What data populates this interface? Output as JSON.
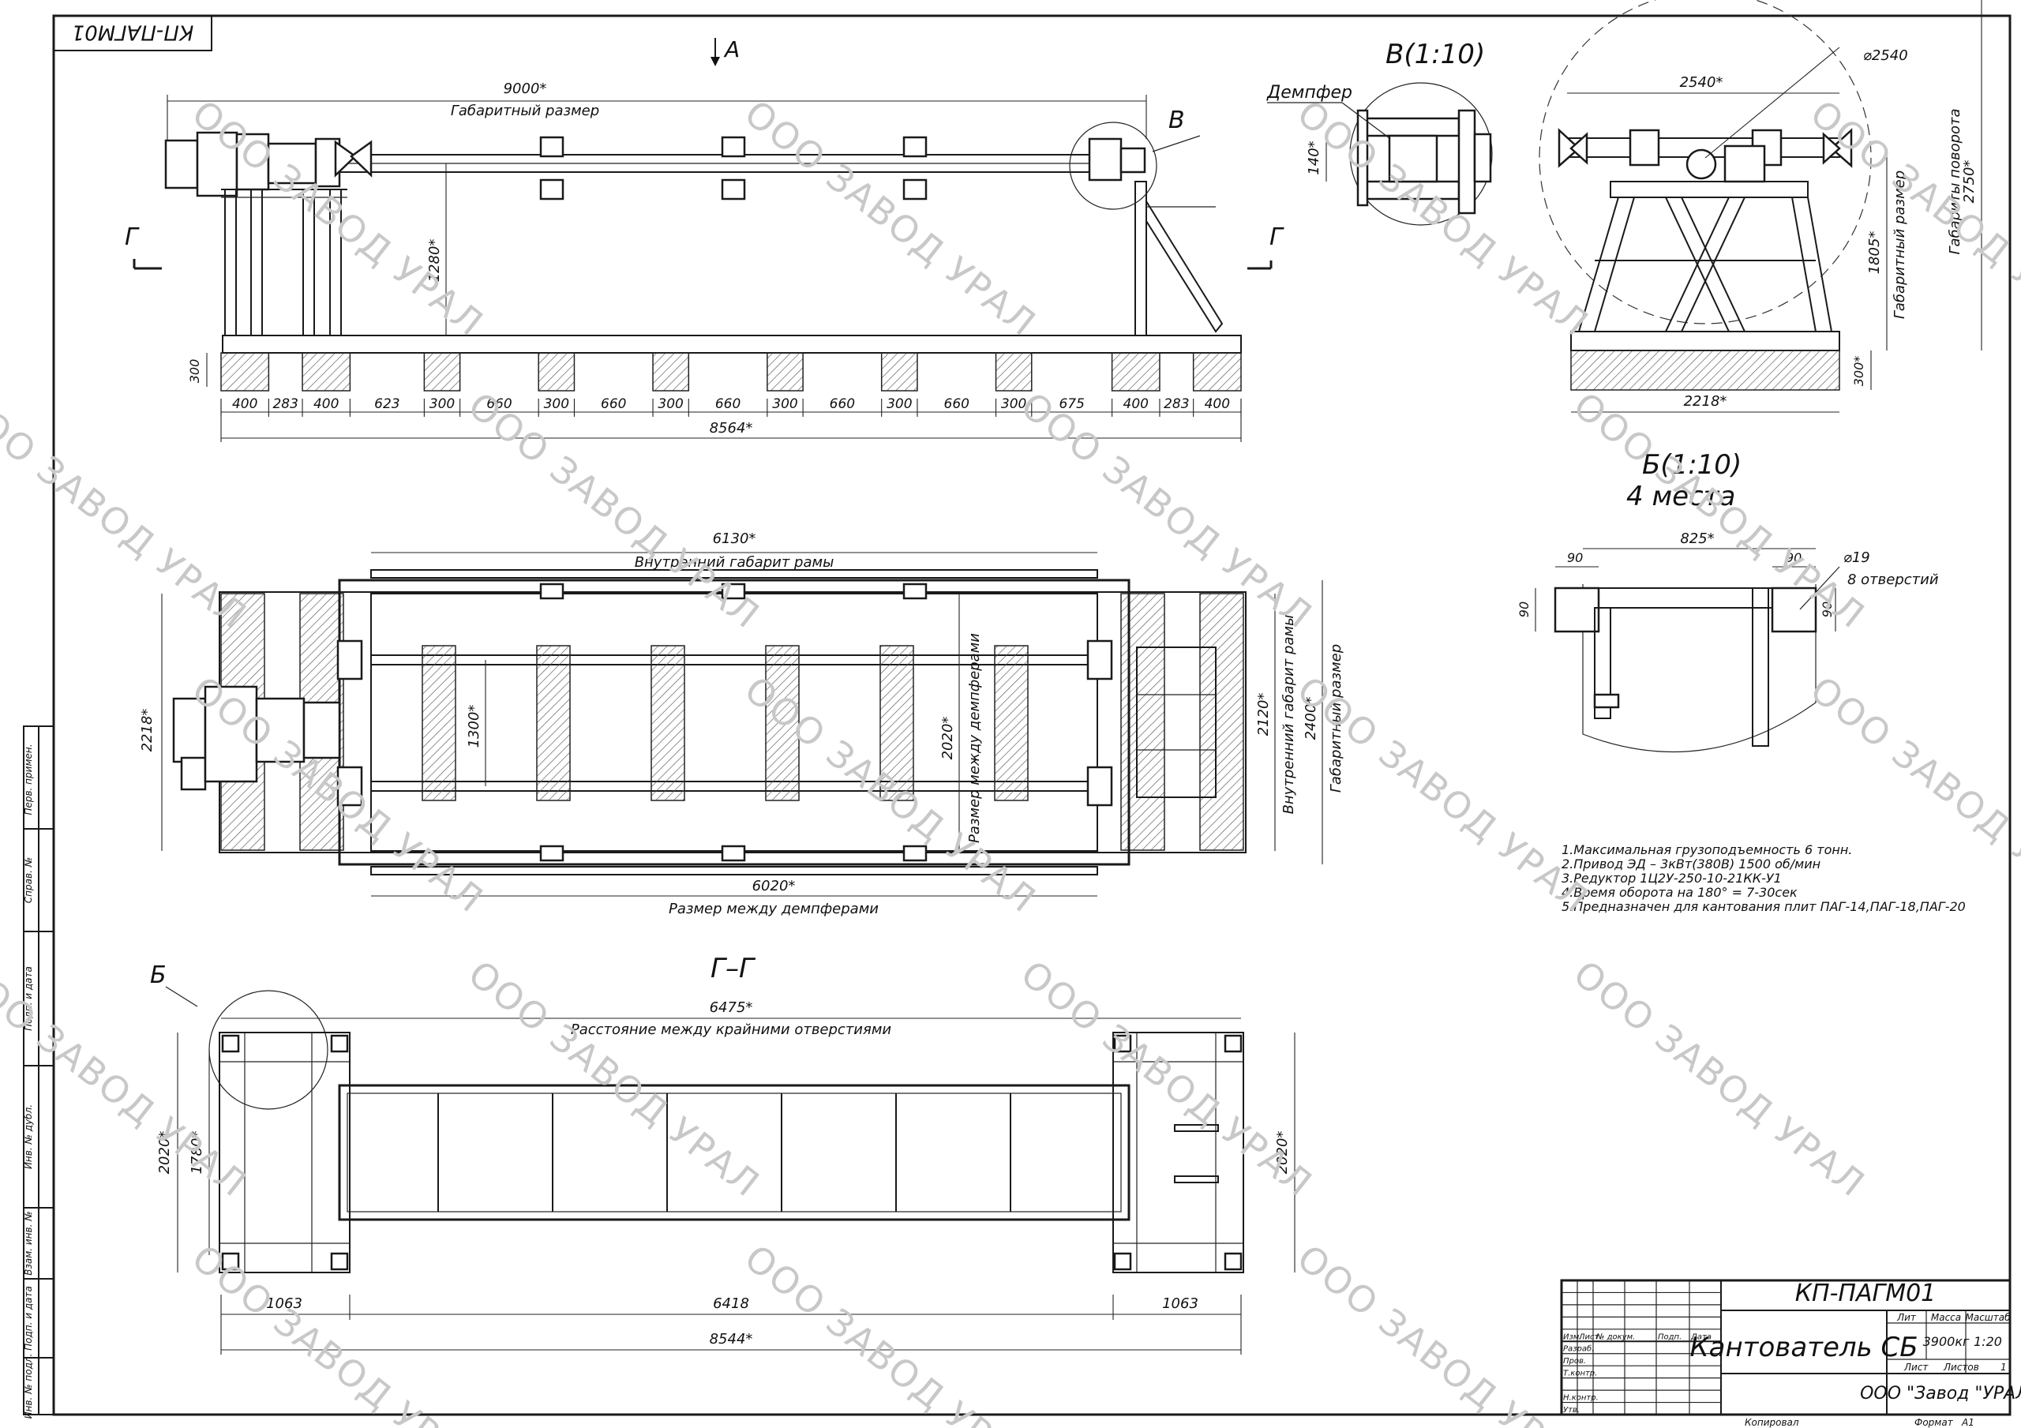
{
  "drawing_code": "КП-ПАГМ01",
  "drawing_code_top": "КП-ПАГМ01",
  "views": {
    "arrow_a": "А",
    "label_b_top": "В",
    "section_g_left": "Г",
    "section_g_right": "Г",
    "detail_v_title": "В(1:10)",
    "detail_b_title": "Б(1:10)",
    "detail_b_sub": "4 места",
    "section_gg_title": "Г–Г",
    "label_b_bottom": "Б",
    "damper_label": "Демпфер"
  },
  "dims_top": {
    "length": "9000*",
    "length_caption": "Габаритный размер",
    "height": "1280*",
    "base": "300",
    "total": "8564*",
    "spacing": [
      "400",
      "283",
      "400",
      "623",
      "300",
      "660",
      "300",
      "660",
      "300",
      "660",
      "300",
      "660",
      "300",
      "660",
      "300",
      "675",
      "400",
      "283",
      "400"
    ]
  },
  "dims_side": {
    "rot_d": "⌀2540",
    "width": "2540*",
    "h_total": "2750*",
    "h_total_caption": "Габариты поворота",
    "h_frame": "1805*",
    "h_frame_caption": "Габаритный размер",
    "base": "300*",
    "base_w": "2218*"
  },
  "dims_detail_v": {
    "d140": "140*"
  },
  "dims_detail_b": {
    "span": "825*",
    "l90a": "90",
    "l90b": "90",
    "l90c": "90",
    "l90d": "90",
    "hole": "⌀19",
    "hole_caption": "8 отверстий"
  },
  "dims_plan": {
    "inner": "6130*",
    "inner_caption": "Внутренний габарит рамы",
    "damper": "6020*",
    "damper_caption": "Размер между демпферами",
    "w2218": "2218*",
    "w1300": "1300*",
    "w2020": "2020*",
    "w2020_caption": "Размер между демпферами",
    "w2120": "2120*",
    "w2120_caption": "Внутренний габарит рамы",
    "w2400": "2400*",
    "w2400_caption": "Габаритный размер"
  },
  "dims_section": {
    "holes": "6475*",
    "holes_caption": "Расстояние между крайними отверстиями",
    "h2020_l": "2020*",
    "h1780": "1780*",
    "h2020_r": "2020*",
    "d1063_l": "1063",
    "d6418": "6418",
    "d1063_r": "1063",
    "total": "8544*"
  },
  "notes": [
    "1.Максимальная грузоподъемность 6 тонн.",
    "2.Привод ЭД – 3кВт(380В) 1500 об/мин",
    "3.Редуктор 1Ц2У-250-10-21КК-У1",
    "4.Время оборота на 180° = 7-30сек",
    "5.Предназначен для кантования плит ПАГ-14,ПАГ-18,ПАГ-20"
  ],
  "title_block": {
    "code": "КП-ПАГМ01",
    "name": "Кантователь СБ",
    "col_lit": "Лит",
    "col_mass": "Масса",
    "col_scale": "Масштаб",
    "mass": "3900кг",
    "scale": "1:20",
    "sheet": "Лист",
    "sheets": "Листов",
    "sheets_val": "1",
    "company": "ООО \"Завод \"УРАЛ\"",
    "rows": [
      "Изм.",
      "Лист",
      "№ докум.",
      "Подп.",
      "Дата"
    ],
    "roles": [
      "Разраб.",
      "Пров.",
      "Т.контр.",
      "Н.контр.",
      "Утв."
    ],
    "copied": "Копировал",
    "format": "Формат",
    "format_val": "А1"
  },
  "side_stamp": [
    "Перв. примен.",
    "Справ. №",
    "Подп. и дата",
    "Инв. № дубл.",
    "Взам. инв. №",
    "Подп. и дата",
    "Инв. № подл."
  ],
  "watermark": "ООО ЗАВОД УРАЛ"
}
